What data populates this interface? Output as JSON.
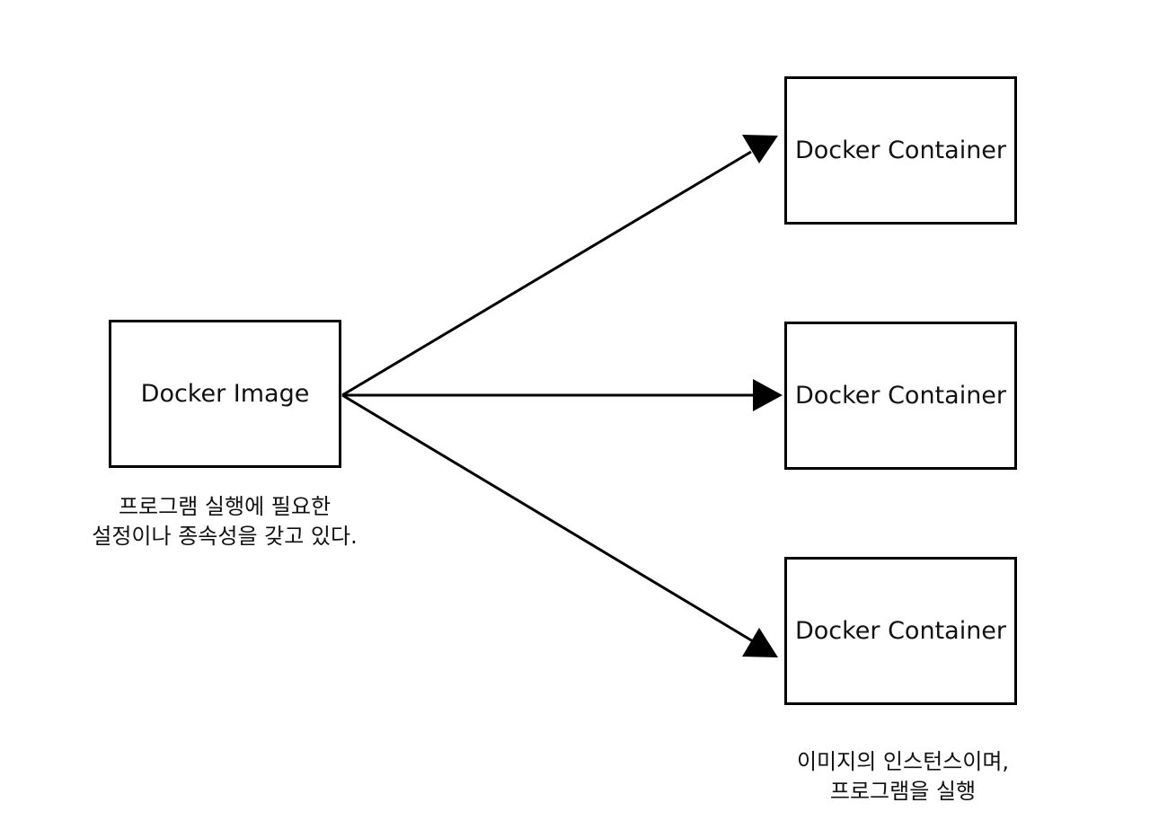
{
  "image_node": {
    "label": "Docker Image",
    "caption_line1": "프로그램 실행에 필요한",
    "caption_line2": "설정이나 종속성을 갖고 있다."
  },
  "container_nodes": [
    {
      "label": "Docker Container"
    },
    {
      "label": "Docker Container"
    },
    {
      "label": "Docker Container"
    }
  ],
  "container_caption": {
    "line1": "이미지의 인스턴스이며,",
    "line2": "프로그램을 실행"
  },
  "edges": [
    {
      "from": "Docker Image",
      "to": "Docker Container 1"
    },
    {
      "from": "Docker Image",
      "to": "Docker Container 2"
    },
    {
      "from": "Docker Image",
      "to": "Docker Container 3"
    }
  ],
  "colors": {
    "stroke": "#000000",
    "text": "#111111",
    "background": "#ffffff"
  }
}
